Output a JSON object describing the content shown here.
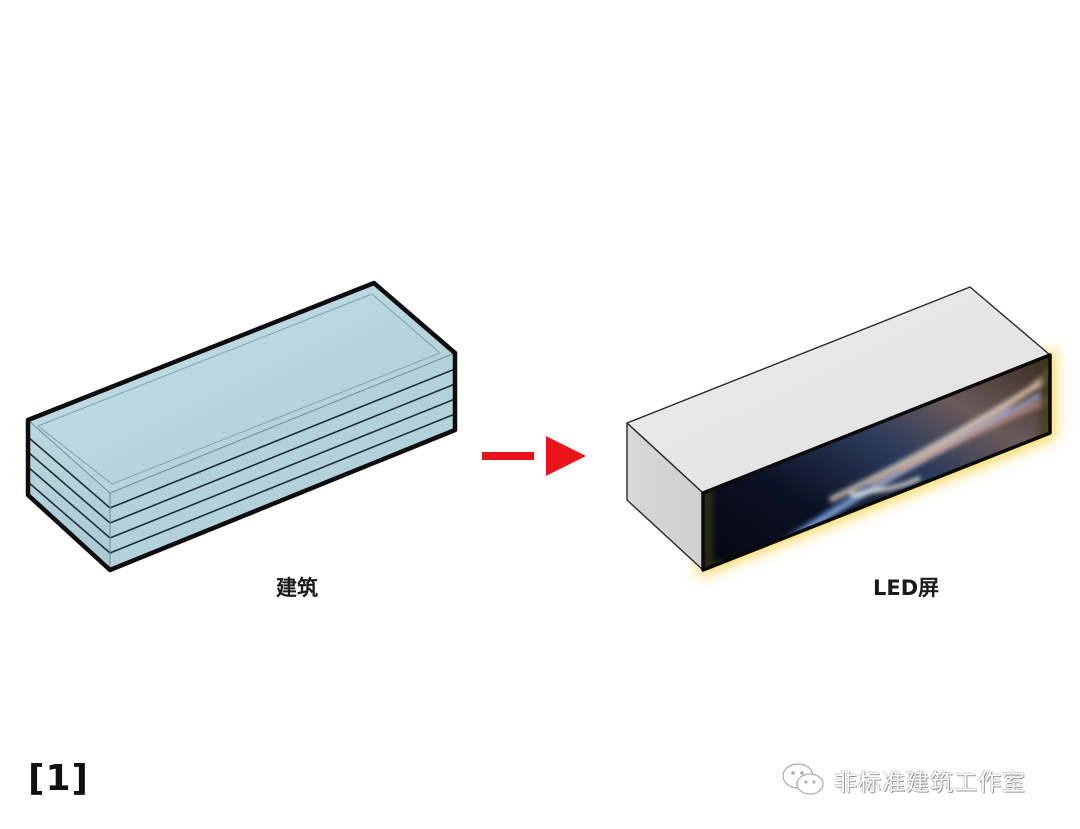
{
  "diagram": {
    "left_figure": {
      "label": "建筑",
      "description": "translucent glass box building with stacked floor plates",
      "fill_color": "#b8d6de",
      "outline_color": "#111111",
      "floor_count": 5
    },
    "arrow": {
      "color": "#e8141a",
      "direction": "right"
    },
    "right_figure": {
      "label": "LED屏",
      "description": "opaque grey box with glowing LED screen on front face",
      "box_color": "#e4e4e4",
      "glow_color": "#f5d34a",
      "screen_color": "#0a0e1e"
    },
    "figure_number": "[1]",
    "watermark": {
      "icon": "wechat-icon",
      "text": "非标准建筑工作室"
    }
  }
}
